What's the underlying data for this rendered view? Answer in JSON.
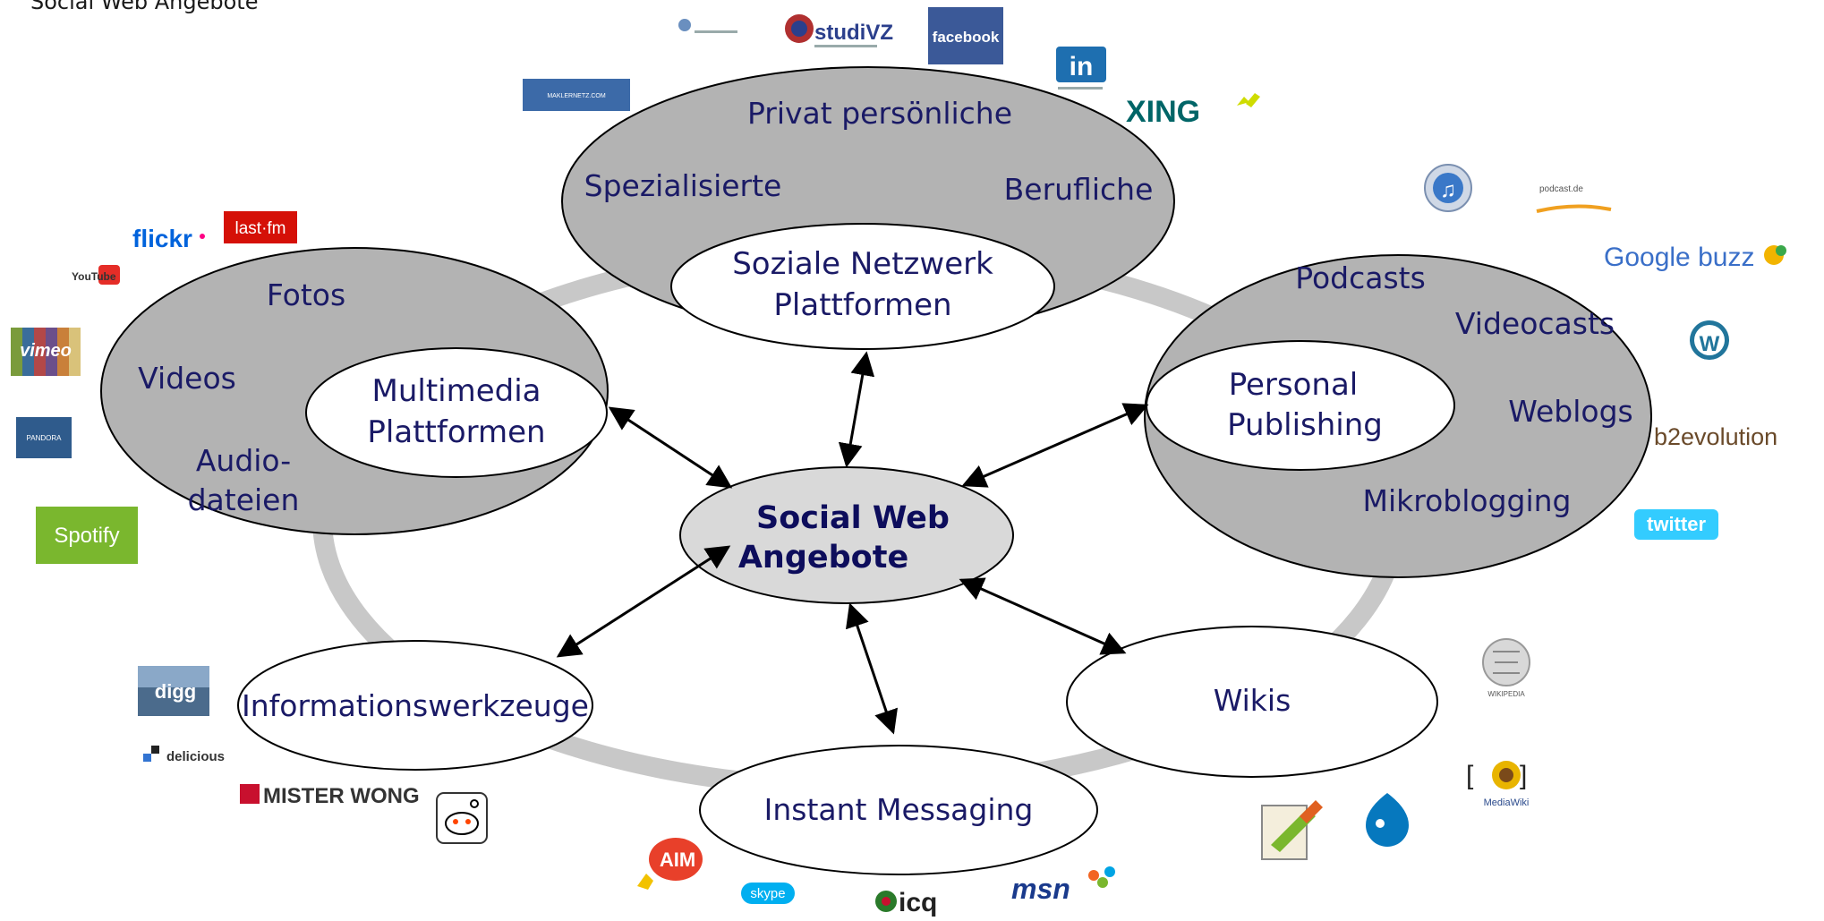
{
  "title": "Social Web Angebote",
  "center": {
    "line1": "Social Web",
    "line2": "Angebote"
  },
  "social_network": {
    "inner_line1": "Soziale Netzwerk",
    "inner_line2": "Plattformen",
    "items": [
      "Privat persönliche",
      "Spezialisierte",
      "Berufliche"
    ]
  },
  "multimedia": {
    "inner_line1": "Multimedia",
    "inner_line2": "Plattformen",
    "items": [
      "Fotos",
      "Videos",
      "Audio-",
      "dateien"
    ]
  },
  "publishing": {
    "inner_line1": "Personal",
    "inner_line2": "Publishing",
    "items": [
      "Podcasts",
      "Videocasts",
      "Weblogs",
      "Mikroblogging"
    ]
  },
  "information_tools": {
    "label": "Informationswerkzeuge"
  },
  "wikis": {
    "label": "Wikis"
  },
  "instant_messaging": {
    "label": "Instant Messaging"
  },
  "logos": {
    "studivz": "studiVZ",
    "facebook": "facebook",
    "linkedin": "in",
    "xing": "XING",
    "maklernetz": "MAKLERNETZ.COM",
    "flickr": "flickr",
    "lastfm": "last·fm",
    "youtube": "YouTube",
    "vimeo": "vimeo",
    "pandora": "PANDORA",
    "spotify": "Spotify",
    "podcast": "podcast.de",
    "google_buzz": "Google buzz",
    "b2evolution": "b2evolution",
    "twitter": "twitter",
    "digg": "digg",
    "delicious": "delicious",
    "mister_wong": "MISTER WONG",
    "aim": "AIM",
    "skype": "skype",
    "icq": "icq",
    "msn": "msn",
    "wikipedia": "WIKIPEDIA",
    "mediawiki": "MediaWiki"
  },
  "colors": {
    "ring": "#c8c8c8",
    "cluster_fill": "#b3b3b3",
    "center_fill": "#d9d9d9",
    "text": "#1a1a66"
  }
}
